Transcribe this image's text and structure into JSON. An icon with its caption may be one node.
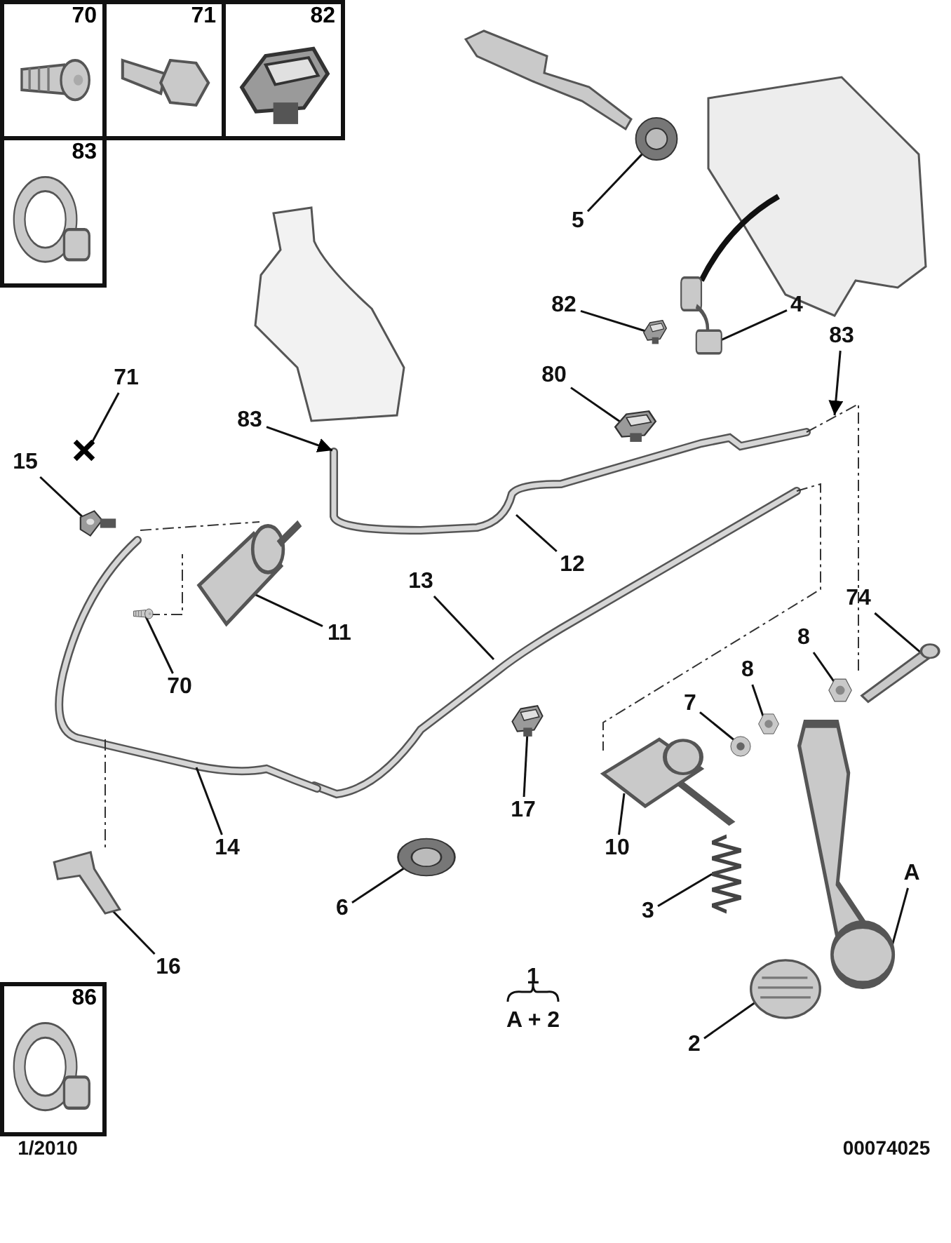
{
  "diagram": {
    "nodes": [
      {
        "text": [
          "70"
        ]
      },
      {
        "text": [
          "71"
        ]
      },
      {
        "text": [
          "82"
        ]
      },
      {
        "text": [
          "83"
        ]
      },
      {
        "text": [
          "86"
        ]
      },
      {
        "text": [
          "5"
        ]
      },
      {
        "text": [],
        "shape": "picture"
      },
      {
        "text": [
          "82"
        ]
      },
      {
        "text": [],
        "shape": "picture"
      },
      {
        "text": [
          "4"
        ]
      },
      {
        "text": [],
        "shape": "picture"
      },
      {
        "text": [
          "83"
        ]
      },
      {
        "text": [
          "83"
        ]
      },
      {
        "text": [
          "80"
        ]
      },
      {
        "text": [],
        "shape": "picture"
      },
      {
        "text": [
          "71"
        ]
      },
      {
        "text": [],
        "shape": "picture"
      },
      {
        "text": [
          "15"
        ]
      },
      {
        "text": [],
        "shape": "picture"
      },
      {
        "text": [
          "12"
        ]
      },
      {
        "text": [
          "13"
        ]
      },
      {
        "text": [
          "11"
        ]
      },
      {
        "text": [],
        "shape": "picture"
      },
      {
        "text": [
          "70"
        ]
      },
      {
        "text": [],
        "shape": "picture"
      },
      {
        "text": [
          "74"
        ]
      },
      {
        "text": [],
        "shape": "picture"
      },
      {
        "text": [
          "8"
        ]
      },
      {
        "text": [],
        "shape": "picture"
      },
      {
        "text": [
          "8"
        ]
      },
      {
        "text": [],
        "shape": "picture"
      },
      {
        "text": [
          "7"
        ]
      },
      {
        "text": [],
        "shape": "picture"
      },
      {
        "text": [
          "14"
        ]
      },
      {
        "text": [
          "17"
        ]
      },
      {
        "text": [],
        "shape": "picture"
      },
      {
        "text": [
          "10"
        ]
      },
      {
        "text": [],
        "shape": "picture"
      },
      {
        "text": [
          "6"
        ]
      },
      {
        "text": [],
        "shape": "picture"
      },
      {
        "text": [
          "3"
        ]
      },
      {
        "text": [],
        "shape": "picture"
      },
      {
        "text": [
          "A"
        ]
      },
      {
        "text": [],
        "shape": "picture"
      },
      {
        "text": [
          "16"
        ]
      },
      {
        "text": [],
        "shape": "picture"
      },
      {
        "text": [
          "2"
        ]
      },
      {
        "text": [],
        "shape": "picture"
      }
    ],
    "edges": [
      {
        "from": 5,
        "to": 6,
        "arrow": "none"
      },
      {
        "from": 7,
        "to": 8,
        "arrow": "none"
      },
      {
        "from": 9,
        "to": 10,
        "arrow": "none"
      },
      {
        "from": 11,
        "to": null,
        "arrow": "to"
      },
      {
        "from": 12,
        "to": null,
        "arrow": "to"
      },
      {
        "from": 13,
        "to": 14,
        "arrow": "none"
      },
      {
        "from": 15,
        "to": 16,
        "arrow": "none"
      },
      {
        "from": 17,
        "to": 18,
        "arrow": "none"
      },
      {
        "from": 19,
        "to": null,
        "arrow": "none"
      },
      {
        "from": 20,
        "to": null,
        "arrow": "none"
      },
      {
        "from": 21,
        "to": 22,
        "arrow": "none"
      },
      {
        "from": 23,
        "to": 24,
        "arrow": "none"
      },
      {
        "from": 25,
        "to": 26,
        "arrow": "none"
      },
      {
        "from": 27,
        "to": 28,
        "arrow": "none"
      },
      {
        "from": 29,
        "to": 30,
        "arrow": "none"
      },
      {
        "from": 31,
        "to": 32,
        "arrow": "none"
      },
      {
        "from": 33,
        "to": null,
        "arrow": "none"
      },
      {
        "from": 34,
        "to": 35,
        "arrow": "none"
      },
      {
        "from": 36,
        "to": 37,
        "arrow": "none"
      },
      {
        "from": 38,
        "to": 39,
        "arrow": "none"
      },
      {
        "from": 40,
        "to": 41,
        "arrow": "none"
      },
      {
        "from": 42,
        "to": 43,
        "arrow": "none"
      },
      {
        "from": 44,
        "to": 45,
        "arrow": "none"
      },
      {
        "from": 46,
        "to": 47,
        "arrow": "none"
      }
    ],
    "labels": [
      "1",
      "A + 2",
      "1/2010",
      "00074025"
    ]
  }
}
